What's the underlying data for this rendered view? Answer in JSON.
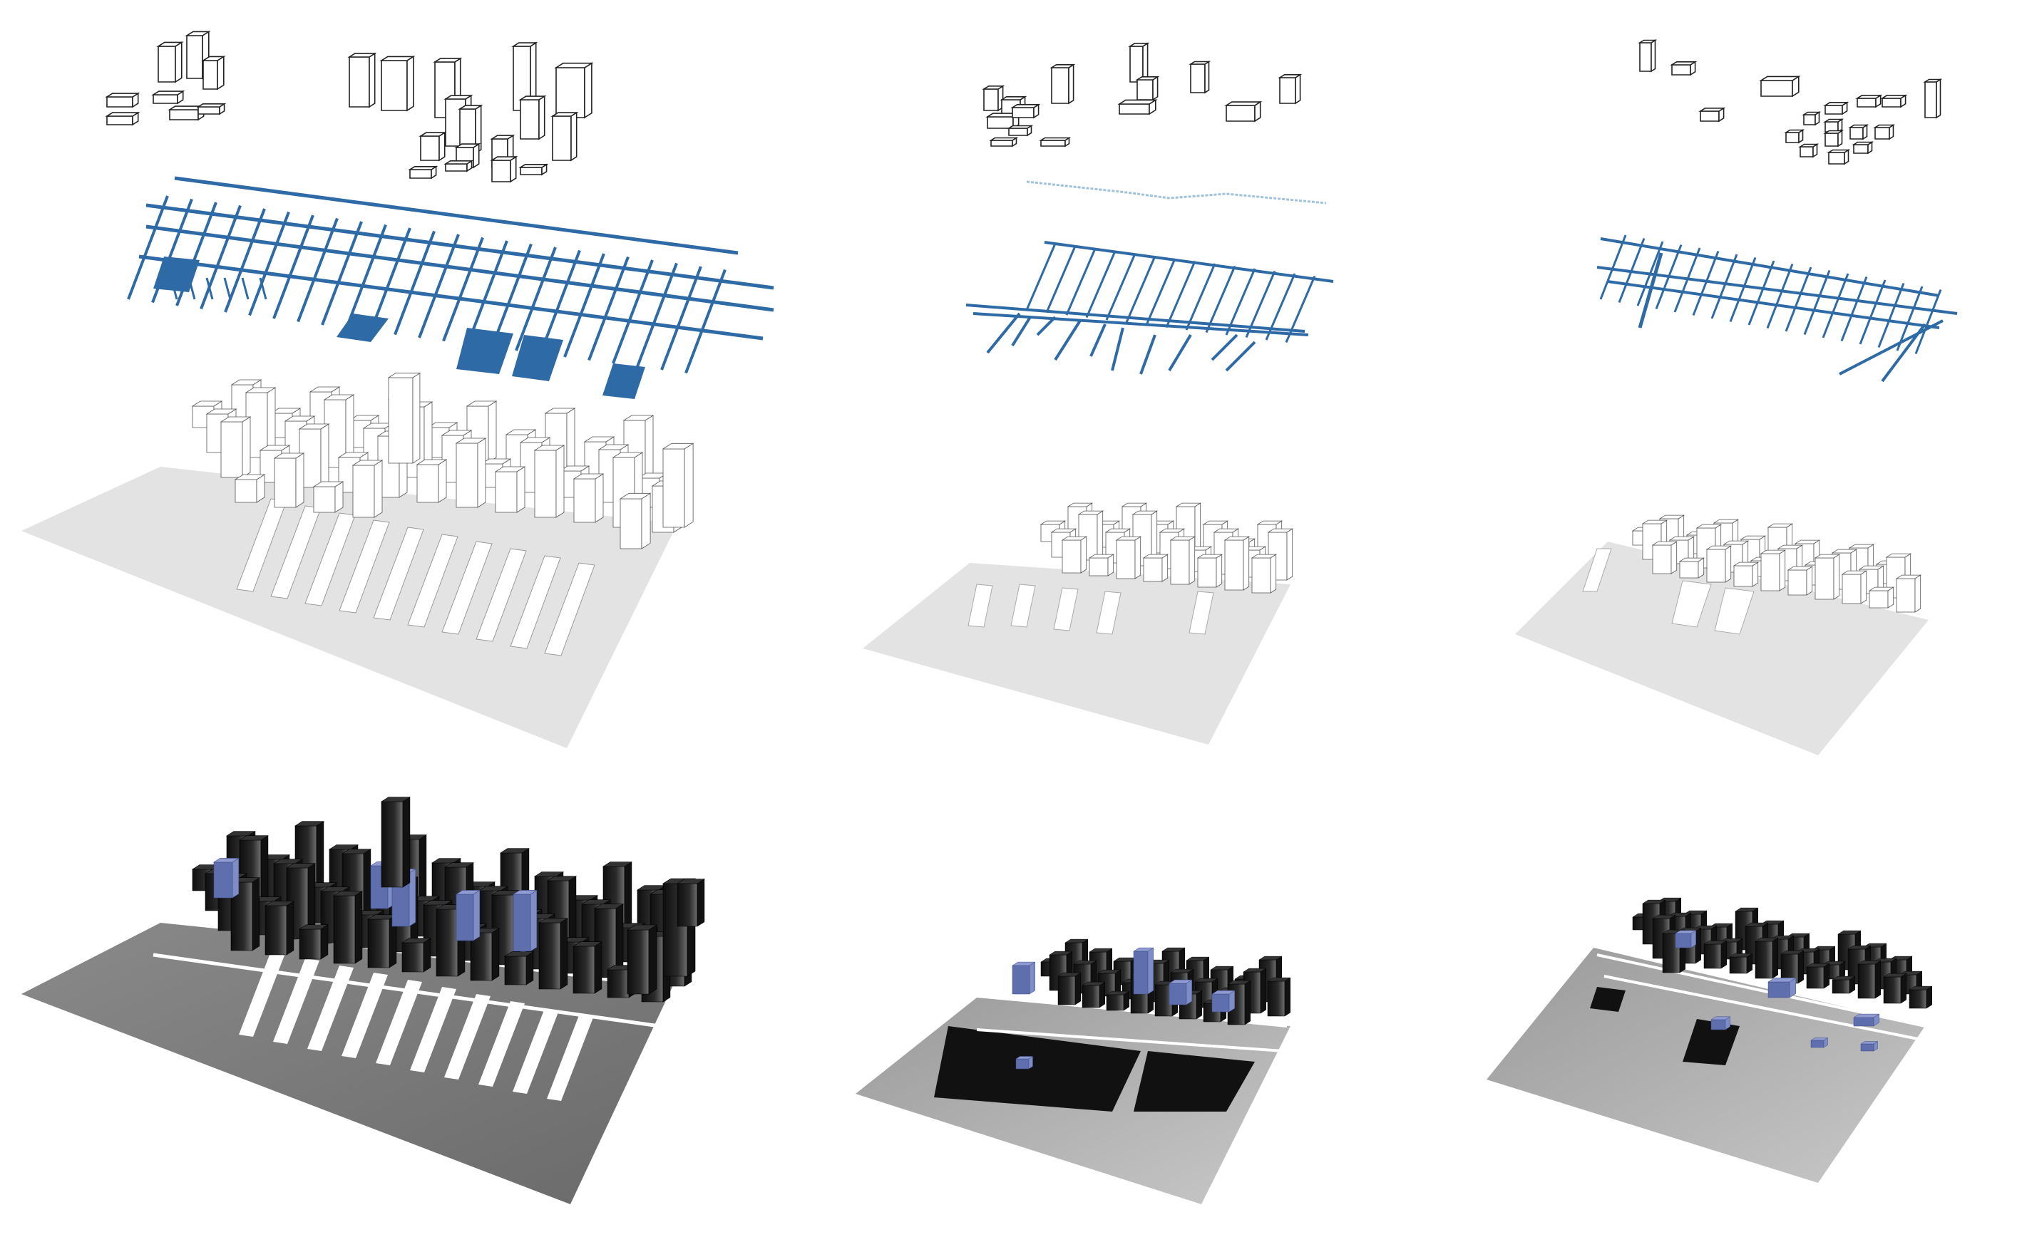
{
  "figure": {
    "columns": [
      {
        "id": "column-1",
        "layers": [
          "building-volumes",
          "street-network",
          "site-massing",
          "rendered-composite"
        ]
      },
      {
        "id": "column-2",
        "layers": [
          "building-volumes",
          "street-network",
          "site-massing",
          "rendered-composite"
        ]
      },
      {
        "id": "column-3",
        "layers": [
          "building-volumes",
          "street-network",
          "site-massing",
          "rendered-composite"
        ]
      }
    ]
  },
  "colors": {
    "background": "#ffffff",
    "street_blue": "#2e6aa6",
    "street_blue_light": "#9ec2de",
    "ground_light": "#e3e3e3",
    "ground_dark_1": "#6f6f6f",
    "ground_dark_2": "#b3b3b3",
    "building_dark": "#161616",
    "building_mid": "#5e5e5e",
    "highlight_blue": "#6d7fb8",
    "outline": "#222222"
  }
}
